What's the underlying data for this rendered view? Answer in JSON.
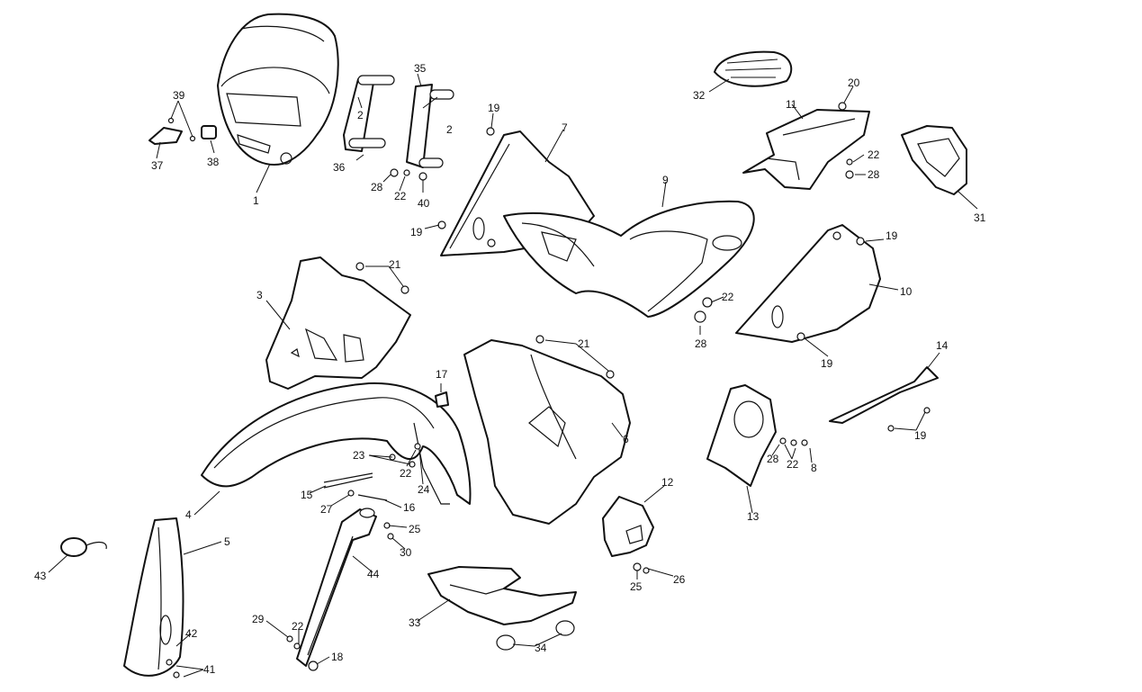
{
  "diagram": {
    "callouts": [
      "1",
      "2",
      "2",
      "3",
      "4",
      "5",
      "6",
      "7",
      "8",
      "9",
      "10",
      "11",
      "12",
      "13",
      "14",
      "15",
      "16",
      "17",
      "18",
      "19",
      "19",
      "19",
      "19",
      "19",
      "20",
      "21",
      "21",
      "22",
      "22",
      "22",
      "22",
      "22",
      "22",
      "23",
      "24",
      "25",
      "25",
      "26",
      "27",
      "28",
      "28",
      "28",
      "28",
      "29",
      "30",
      "31",
      "32",
      "33",
      "34",
      "35",
      "36",
      "37",
      "38",
      "39",
      "40",
      "41",
      "42",
      "43",
      "44"
    ]
  }
}
